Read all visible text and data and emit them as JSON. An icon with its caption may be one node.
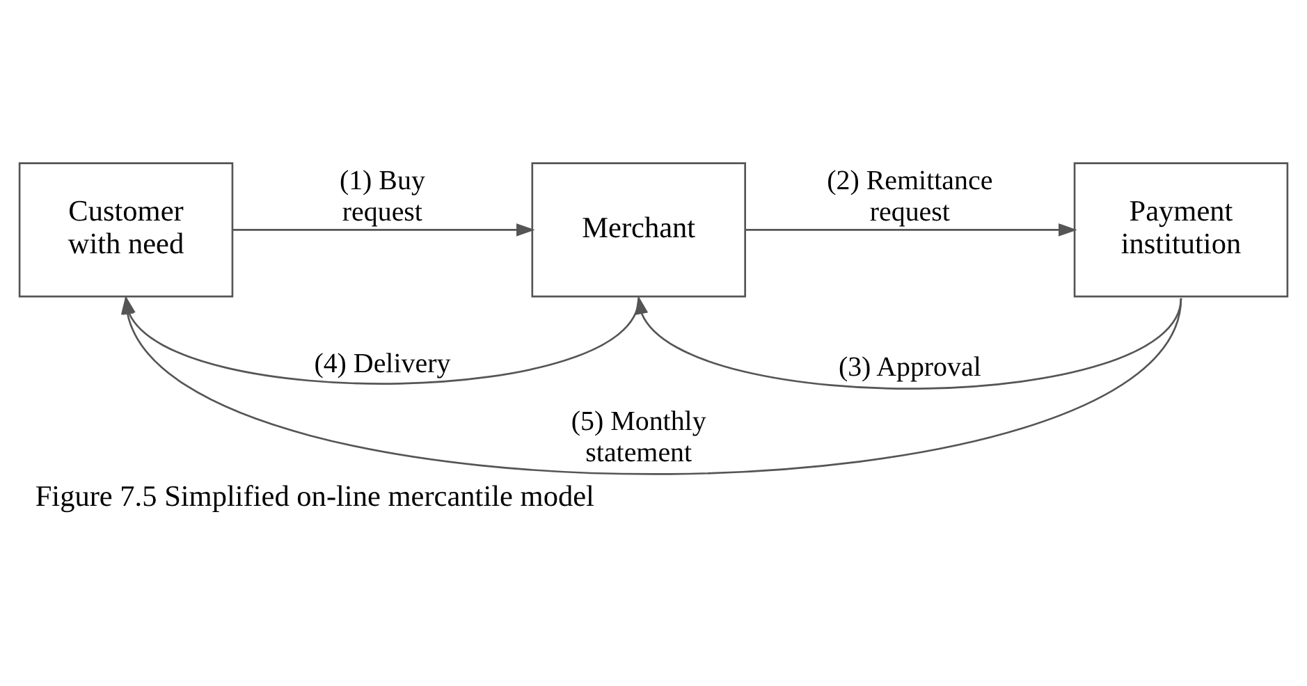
{
  "diagram": {
    "caption": "Figure 7.5 Simplified on-line mercantile model",
    "nodes": [
      {
        "text": [
          "Customer with need"
        ]
      },
      {
        "text": [
          "Merchant"
        ]
      },
      {
        "text": [
          "Payment institution"
        ]
      }
    ],
    "edges": [
      {
        "from": 0,
        "to": 1,
        "arrow": "to",
        "label": "(1) Buy request"
      },
      {
        "from": 1,
        "to": 2,
        "arrow": "to",
        "label": "(2) Remittance request"
      },
      {
        "from": 2,
        "to": 1,
        "arrow": "to",
        "label": "(3) Approval"
      },
      {
        "from": 1,
        "to": 0,
        "arrow": "to",
        "label": "(4) Delivery"
      },
      {
        "from": 2,
        "to": 0,
        "arrow": "to",
        "label": "(5) Monthly statement"
      }
    ]
  }
}
